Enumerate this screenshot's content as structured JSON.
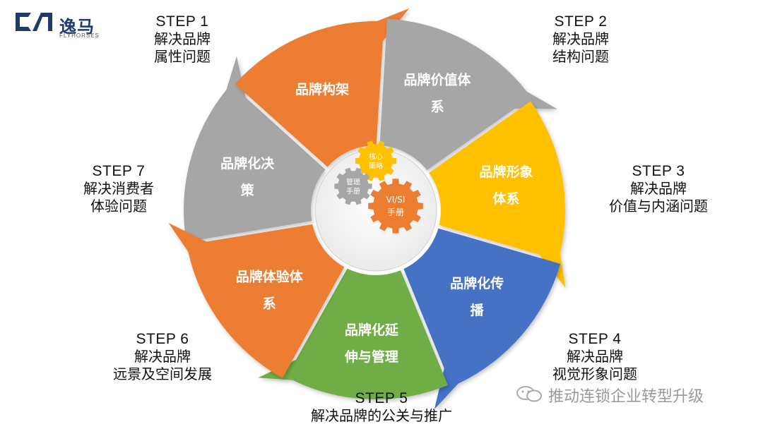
{
  "logo": {
    "brand_cn": "逸马",
    "brand_en": "FLYHORSES",
    "mark_text": "CA"
  },
  "segments": [
    {
      "key": "decision",
      "label_lines": [
        "品牌化决",
        "策"
      ],
      "color": "#a6a6a6"
    },
    {
      "key": "structure",
      "label_lines": [
        "品牌构架"
      ],
      "color": "#ed7d31"
    },
    {
      "key": "value",
      "label_lines": [
        "品牌价值体",
        "系"
      ],
      "color": "#a6a6a6"
    },
    {
      "key": "image",
      "label_lines": [
        "品牌形象",
        "体系"
      ],
      "color": "#ffc000"
    },
    {
      "key": "spread",
      "label_lines": [
        "品牌化传",
        "播"
      ],
      "color": "#4472c4"
    },
    {
      "key": "extension",
      "label_lines": [
        "品牌化延",
        "伸与管理"
      ],
      "color": "#70ad47"
    },
    {
      "key": "experience",
      "label_lines": [
        "品牌体验体",
        "系"
      ],
      "color": "#ed7d31"
    }
  ],
  "steps": [
    {
      "num": "STEP 1",
      "lines": [
        "解决品牌",
        "属性问题"
      ]
    },
    {
      "num": "STEP 2",
      "lines": [
        "解决品牌",
        "结构问题"
      ]
    },
    {
      "num": "STEP 3",
      "lines": [
        "解决品牌",
        "价值与内涵问题"
      ]
    },
    {
      "num": "STEP 4",
      "lines": [
        "解决品牌",
        "视觉形象问题"
      ]
    },
    {
      "num": "STEP 5",
      "lines": [
        "解决品牌的公关与推广"
      ]
    },
    {
      "num": "STEP 6",
      "lines": [
        "解决品牌",
        "远景及空间发展"
      ]
    },
    {
      "num": "STEP 7",
      "lines": [
        "解决消费者",
        "体验问题"
      ]
    }
  ],
  "center": {
    "gears": [
      {
        "key": "core",
        "lines": [
          "核心",
          "策略"
        ],
        "color": "#ffc000"
      },
      {
        "key": "manual",
        "lines": [
          "管理",
          "手册"
        ],
        "color": "#a6a6a6"
      },
      {
        "key": "vi",
        "lines": [
          "VI/SI",
          "手册"
        ],
        "color": "#ed7d31"
      }
    ]
  },
  "watermark": {
    "text": "推动连锁企业转型升级"
  }
}
